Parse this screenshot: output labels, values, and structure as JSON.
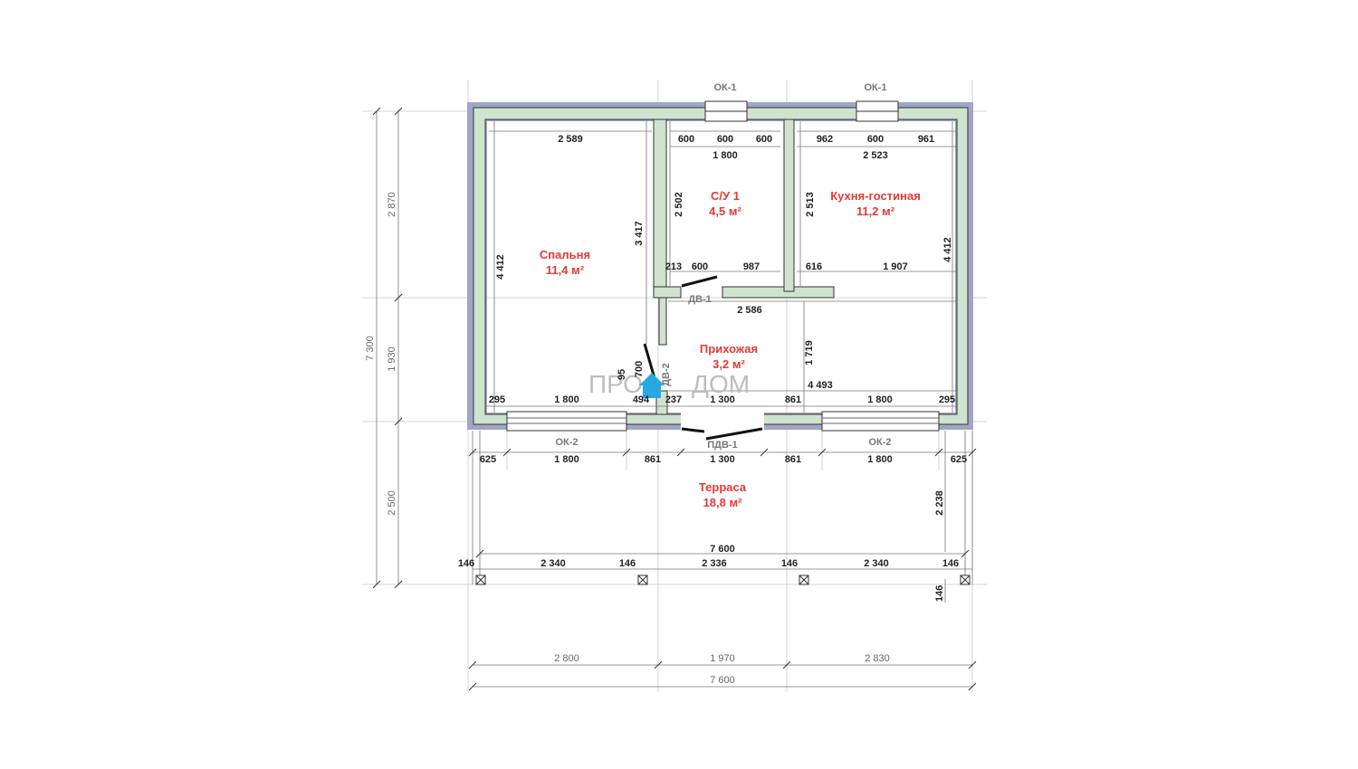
{
  "logo": {
    "text_left": "ПРО",
    "text_right": "ДОМ"
  },
  "rooms": {
    "bedroom": {
      "name": "Спальня",
      "area": "11,4 м²"
    },
    "bath": {
      "name": "С/У 1",
      "area": "4,5 м²"
    },
    "kitchen": {
      "name": "Кухня-гостиная",
      "area": "11,2 м²"
    },
    "hall": {
      "name": "Прихожая",
      "area": "3,2 м²"
    },
    "terrace": {
      "name": "Терраса",
      "area": "18,8 м²"
    }
  },
  "openings": {
    "ok1": "ОК-1",
    "ok2": "ОК-2",
    "dv1": "ДВ-1",
    "dv2": "ДВ-2",
    "pdv1": "ПДВ-1"
  },
  "overall": {
    "left_total": "7 300",
    "left_top": "2 870",
    "left_mid": "1 930",
    "left_bot": "2 500",
    "bottom_a": "2 800",
    "bottom_b": "1 970",
    "bottom_c": "2 830",
    "bottom_total": "7 600"
  },
  "dims": {
    "bed_w": "2 589",
    "bed_h": "4 412",
    "bed_h2": "3 417",
    "bath_s1": "600",
    "bath_s2": "600",
    "bath_s3": "600",
    "bath_w": "1 800",
    "bath_h": "2 502",
    "bath_d1": "213",
    "bath_d2": "600",
    "bath_d3": "987",
    "kit_s1": "962",
    "kit_s2": "600",
    "kit_s3": "961",
    "kit_w": "2 523",
    "kit_h": "2 513",
    "kit_h2": "4 412",
    "kit_d1": "616",
    "kit_d2": "1 907",
    "hall_w": "2 586",
    "hall_h": "1 719",
    "hall_w2": "4 493",
    "hall_d1": "95",
    "hall_d2": "700",
    "front_1": "295",
    "front_2": "1 800",
    "front_3": "494",
    "front_4": "237",
    "front_5": "1 300",
    "front_6": "861",
    "front_7": "1 800",
    "front_8": "295",
    "ter_1": "625",
    "ter_2": "1 800",
    "ter_3": "861",
    "ter_4": "1 300",
    "ter_5": "861",
    "ter_6": "1 800",
    "ter_7": "625",
    "ter_h": "2 238",
    "ter_w": "7 600",
    "post_1": "146",
    "post_2": "2 340",
    "post_3": "146",
    "post_4": "2 336",
    "post_5": "146",
    "post_6": "2 340",
    "post_7": "146",
    "post_8": "146"
  },
  "colors": {
    "wall_fill": "#cfe3cf",
    "outer_wall": "#9fa6c6",
    "room_text": "#e53935",
    "logo_house": "#29a8e0"
  }
}
